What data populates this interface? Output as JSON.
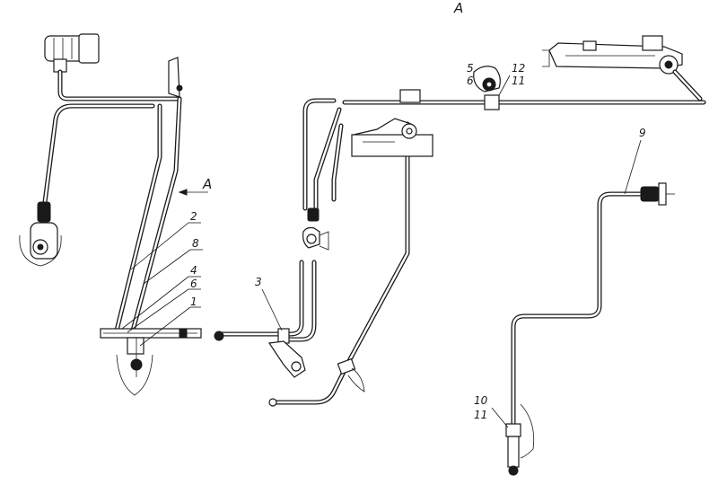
{
  "diagram": {
    "view_label": "А",
    "direction_marker": "А",
    "callouts": {
      "c1": "1",
      "c2": "2",
      "c3": "3",
      "c4": "4",
      "c5": "5",
      "c6a": "6",
      "c6b": "6",
      "c8": "8",
      "c9": "9",
      "c10": "10",
      "c11a": "11",
      "c11b": "11",
      "c12": "12"
    }
  },
  "colors": {
    "line": "#1a1a1a",
    "background": "#ffffff"
  }
}
